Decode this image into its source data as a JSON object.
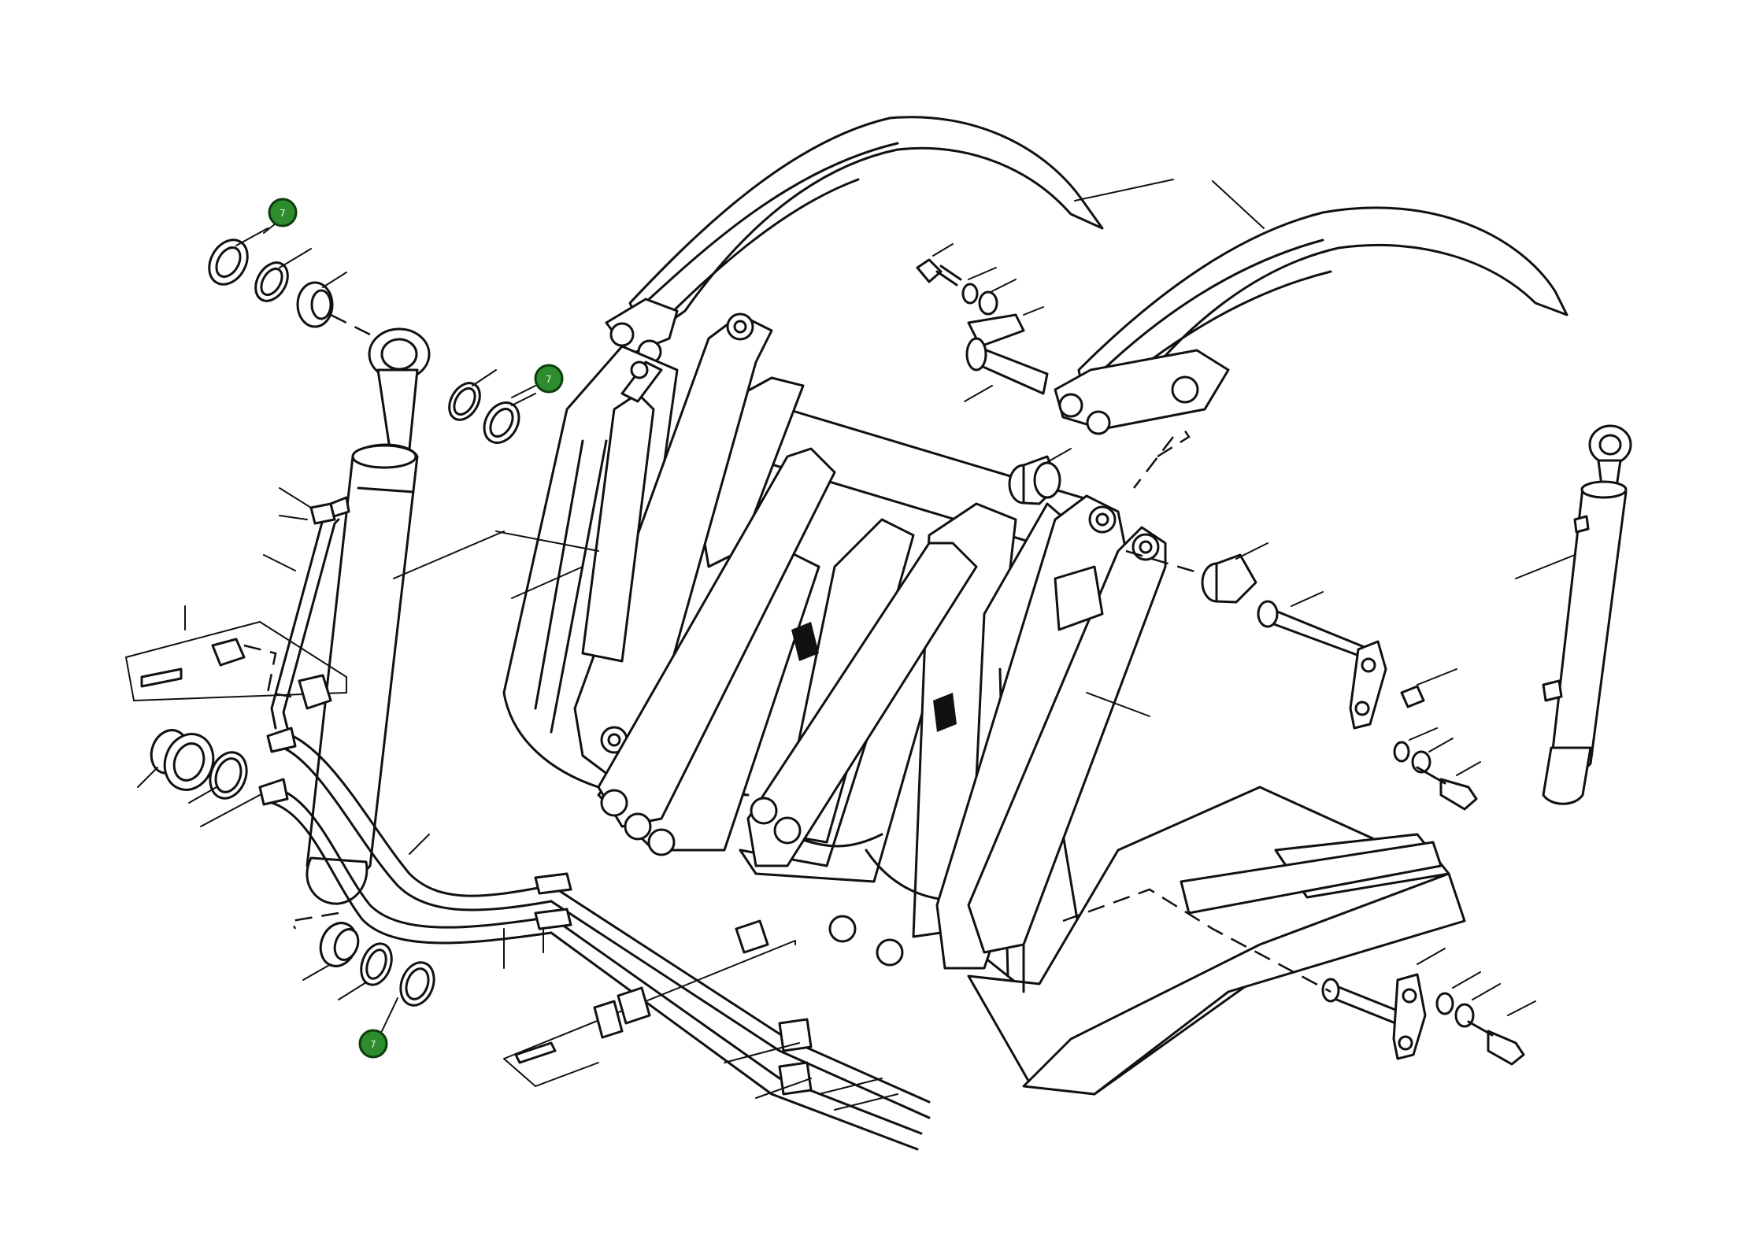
{
  "diagram": {
    "callouts": [
      {
        "label": "7"
      },
      {
        "label": "7"
      },
      {
        "label": "7"
      }
    ],
    "callout_color": "#2e8b2e"
  }
}
